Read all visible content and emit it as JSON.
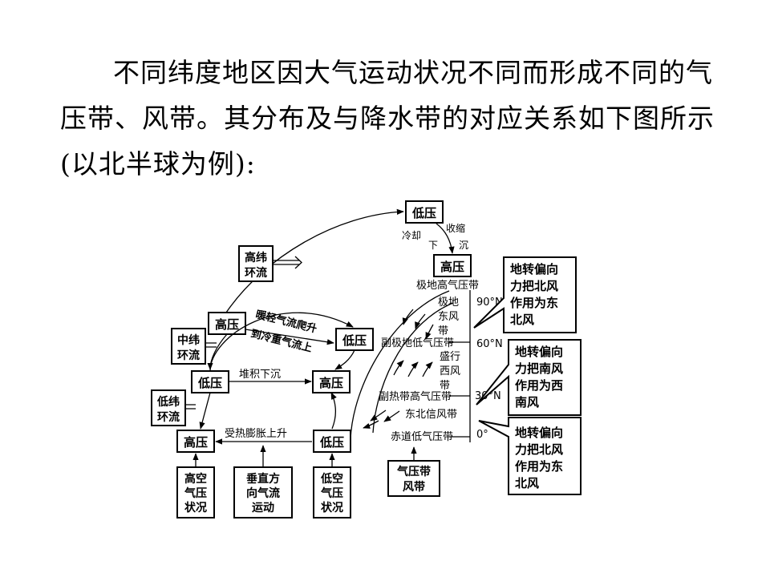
{
  "intro": {
    "text": "不同纬度地区因大气运动状况不同而形成不同的气压带、风带。其分布及与降水带的对应关系如下图所示(以北半球为例):"
  },
  "diagram": {
    "top_low": "低压",
    "cool_label": "冷却",
    "shrink_label": "收缩",
    "down_label": "下",
    "sink_label": "沉",
    "polar_high": "高压",
    "high_lat": {
      "line1": "高纬",
      "line2": "环流"
    },
    "mid_lat": {
      "line1": "中纬",
      "line2": "环流"
    },
    "low_lat": {
      "line1": "低纬",
      "line2": "环流"
    },
    "left_high_1": "高压",
    "left_low": "低压",
    "left_high_2": "高压",
    "mid_low": "低压",
    "mid_high": "高压",
    "mid_low_2": "低压",
    "warm_light": "暖轻气流爬升",
    "to_cold_heavy": "到冷重气流上",
    "pile_sink": "堆积下沉",
    "heat_rise": "受热膨胀上升",
    "belts": {
      "polar_high_belt": "极地高气压带",
      "polar_east_1": "极地",
      "polar_east_2": "东风",
      "polar_east_3": "带",
      "sub_polar_low": "副极地低气压带",
      "westerly_1": "盛行",
      "westerly_2": "西风",
      "westerly_3": "带",
      "sub_tropical_high": "副热带高气压带",
      "ne_trade": "东北信风带",
      "equatorial_low": "赤道低气压带"
    },
    "latitudes": {
      "lat90": "90°N",
      "lat60": "60°N",
      "lat30": "30°N",
      "lat0": "0°"
    },
    "notes": {
      "n1": [
        "地转偏向",
        "力把北风",
        "作用为东",
        "北风"
      ],
      "n2": [
        "地转偏向",
        "力把南风",
        "作用为西",
        "南风"
      ],
      "n3": [
        "地转偏向",
        "力把北风",
        "作用为东",
        "北风"
      ]
    },
    "bottom": {
      "upper_air": [
        "高空",
        "气压",
        "状况"
      ],
      "vertical": [
        "垂直方",
        "向气流",
        "运动"
      ],
      "lower_air": [
        "低空",
        "气压",
        "状况"
      ],
      "belts_label": [
        "气压带",
        "风带"
      ]
    }
  }
}
